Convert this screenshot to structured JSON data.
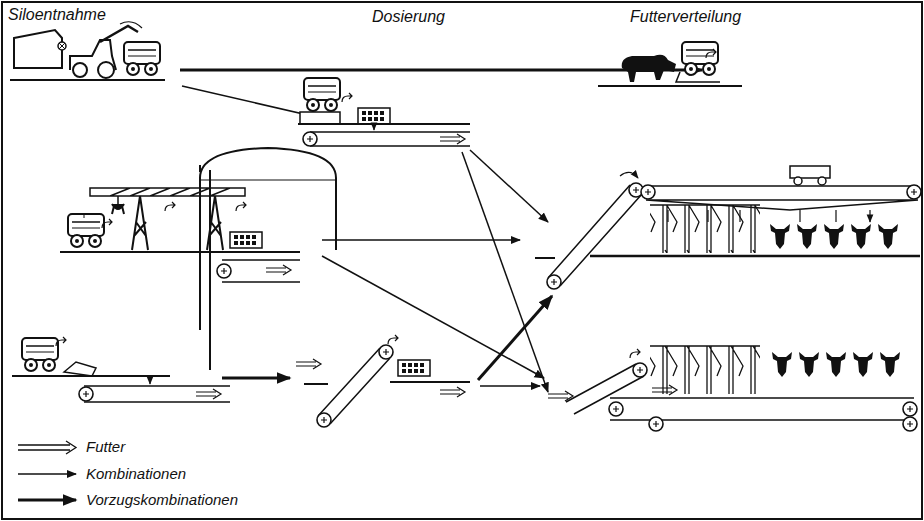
{
  "diagram": {
    "labels": [
      "Siloentnahme",
      "Dosierung",
      "Futterverteilung"
    ],
    "legend": [
      {
        "text": "Futter"
      },
      {
        "text": "Kombinationen"
      },
      {
        "text": "Vorzugskombinationen"
      }
    ]
  }
}
